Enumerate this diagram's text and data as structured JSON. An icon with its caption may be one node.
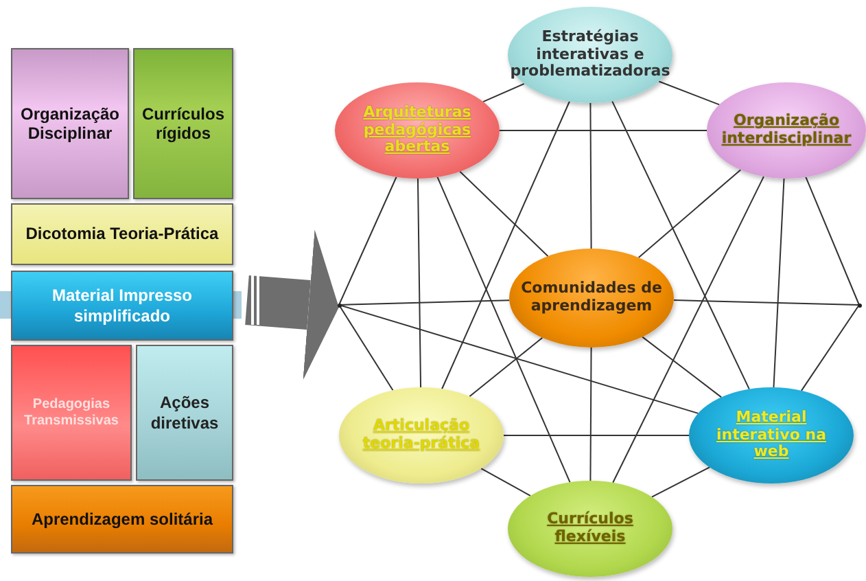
{
  "diagram": {
    "nodes": [
      {
        "text": [
          "Organização Disciplinar"
        ]
      },
      {
        "text": [
          "Currículos rígidos"
        ]
      },
      {
        "text": [
          "Dicotomia Teoria-Prática"
        ]
      },
      {
        "text": [
          "Material Impresso simplificado"
        ]
      },
      {
        "text": [
          "Pedagogias Transmissivas"
        ]
      },
      {
        "text": [
          "Ações diretivas"
        ]
      },
      {
        "text": [
          "Aprendizagem solitária"
        ]
      },
      {
        "text": [
          "Estratégias interativas e problematizadoras"
        ]
      },
      {
        "text": [
          "Arquiteturas pedagógicas abertas"
        ]
      },
      {
        "text": [
          "Organização interdisciplinar"
        ]
      },
      {
        "text": [
          "Comunidades de aprendizagem"
        ]
      },
      {
        "text": [],
        "shape": "point"
      },
      {
        "text": [],
        "shape": "point"
      },
      {
        "text": [
          "Articulação teoria-prática"
        ]
      },
      {
        "text": [
          "Material interativo na web"
        ]
      },
      {
        "text": [
          "Currículos flexíveis"
        ]
      }
    ],
    "edges": [
      {
        "from": 3,
        "to": 11,
        "arrow": "to",
        "style": "thick",
        "color": "#6e6e6e"
      },
      {
        "from": 7,
        "to": 8,
        "arrow": "none"
      },
      {
        "from": 7,
        "to": 9,
        "arrow": "none"
      },
      {
        "from": 7,
        "to": 10,
        "arrow": "none"
      },
      {
        "from": 7,
        "to": 13,
        "arrow": "none"
      },
      {
        "from": 7,
        "to": 14,
        "arrow": "none"
      },
      {
        "from": 8,
        "to": 9,
        "arrow": "none"
      },
      {
        "from": 8,
        "to": 10,
        "arrow": "none"
      },
      {
        "from": 8,
        "to": 11,
        "arrow": "none"
      },
      {
        "from": 8,
        "to": 13,
        "arrow": "none"
      },
      {
        "from": 8,
        "to": 15,
        "arrow": "none"
      },
      {
        "from": 9,
        "to": 10,
        "arrow": "none"
      },
      {
        "from": 9,
        "to": 12,
        "arrow": "none"
      },
      {
        "from": 9,
        "to": 14,
        "arrow": "none"
      },
      {
        "from": 9,
        "to": 15,
        "arrow": "none"
      },
      {
        "from": 10,
        "to": 11,
        "arrow": "none"
      },
      {
        "from": 10,
        "to": 12,
        "arrow": "none"
      },
      {
        "from": 10,
        "to": 13,
        "arrow": "none"
      },
      {
        "from": 10,
        "to": 14,
        "arrow": "none"
      },
      {
        "from": 10,
        "to": 15,
        "arrow": "none"
      },
      {
        "from": 11,
        "to": 13,
        "arrow": "none"
      },
      {
        "from": 11,
        "to": 14,
        "arrow": "none"
      },
      {
        "from": 12,
        "to": 14,
        "arrow": "none"
      },
      {
        "from": 13,
        "to": 14,
        "arrow": "none"
      },
      {
        "from": 13,
        "to": 15,
        "arrow": "none"
      },
      {
        "from": 14,
        "to": 15,
        "arrow": "none"
      }
    ]
  }
}
